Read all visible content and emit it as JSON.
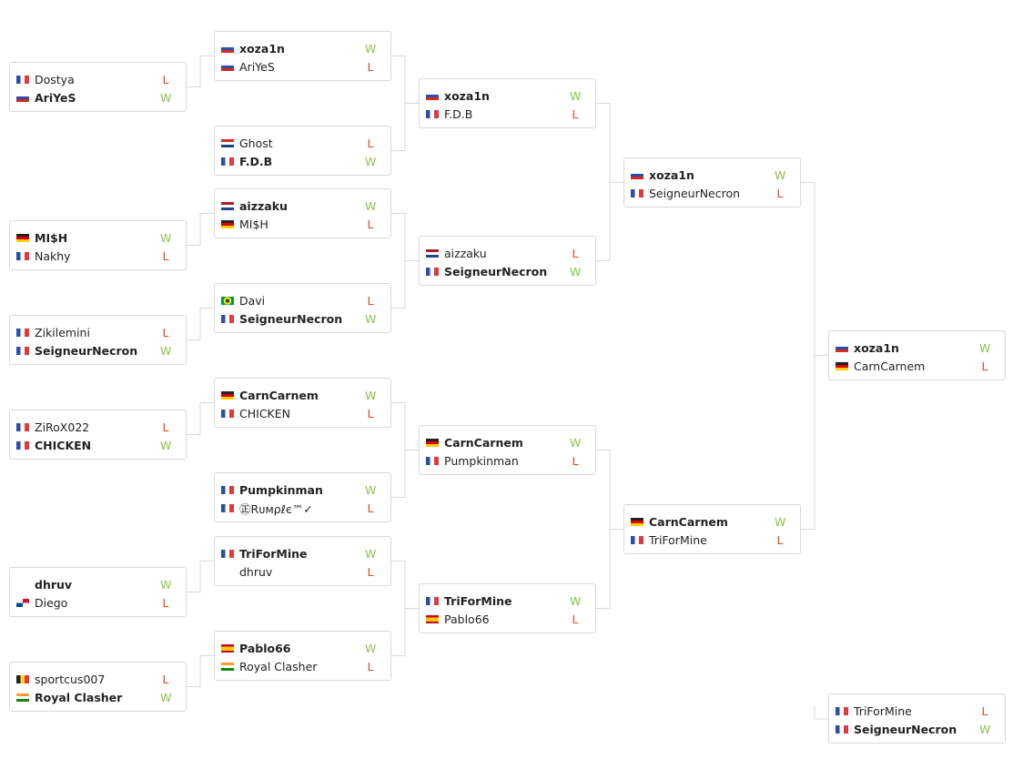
{
  "colors": {
    "win": "#8bc34a",
    "loss": "#e8461e",
    "border": "#d9d9d9",
    "line": "#d9d9d9"
  },
  "rounds": [
    {
      "matches": [
        {
          "players": [
            {
              "name": "Dostya",
              "flag": "fr",
              "result": "L"
            },
            {
              "name": "AriYeS",
              "flag": "ru",
              "result": "W"
            }
          ]
        },
        {
          "players": [
            {
              "name": "MI$H",
              "flag": "de",
              "result": "W"
            },
            {
              "name": "Nakhy",
              "flag": "fr",
              "result": "L"
            }
          ]
        },
        {
          "players": [
            {
              "name": "Zikilemini",
              "flag": "fr",
              "result": "L"
            },
            {
              "name": "SeigneurNecron",
              "flag": "fr",
              "result": "W"
            }
          ]
        },
        {
          "players": [
            {
              "name": "ZiRoX022",
              "flag": "fr",
              "result": "L"
            },
            {
              "name": "CHICKEN",
              "flag": "fr",
              "result": "W"
            }
          ]
        },
        {
          "players": [
            {
              "name": "dhruv",
              "flag": "none",
              "result": "W"
            },
            {
              "name": "Diego",
              "flag": "pa",
              "result": "L"
            }
          ]
        },
        {
          "players": [
            {
              "name": "sportcus007",
              "flag": "be",
              "result": "L"
            },
            {
              "name": "Royal Clasher",
              "flag": "in",
              "result": "W"
            }
          ]
        }
      ]
    },
    {
      "matches": [
        {
          "players": [
            {
              "name": "xoza1n",
              "flag": "ru",
              "result": "W"
            },
            {
              "name": "AriYeS",
              "flag": "ru",
              "result": "L"
            }
          ]
        },
        {
          "players": [
            {
              "name": "Ghost",
              "flag": "hr",
              "result": "L"
            },
            {
              "name": "F.D.B",
              "flag": "fr",
              "result": "W"
            }
          ]
        },
        {
          "players": [
            {
              "name": "aizzaku",
              "flag": "nl",
              "result": "W"
            },
            {
              "name": "MI$H",
              "flag": "de",
              "result": "L"
            }
          ]
        },
        {
          "players": [
            {
              "name": "Davi",
              "flag": "br",
              "result": "L"
            },
            {
              "name": "SeigneurNecron",
              "flag": "fr",
              "result": "W"
            }
          ]
        },
        {
          "players": [
            {
              "name": "CarnCarnem",
              "flag": "de",
              "result": "W"
            },
            {
              "name": "CHICKEN",
              "flag": "fr",
              "result": "L"
            }
          ]
        },
        {
          "players": [
            {
              "name": "Pumpkinman",
              "flag": "fr",
              "result": "W"
            },
            {
              "name": "㊣Rᴜмρℓє™✓",
              "flag": "fr",
              "result": "L"
            }
          ]
        },
        {
          "players": [
            {
              "name": "TriForMine",
              "flag": "fr",
              "result": "W"
            },
            {
              "name": "dhruv",
              "flag": "none",
              "result": "L"
            }
          ]
        },
        {
          "players": [
            {
              "name": "Pablo66",
              "flag": "es",
              "result": "W"
            },
            {
              "name": "Royal Clasher",
              "flag": "in",
              "result": "L"
            }
          ]
        }
      ]
    },
    {
      "matches": [
        {
          "players": [
            {
              "name": "xoza1n",
              "flag": "ru",
              "result": "W"
            },
            {
              "name": "F.D.B",
              "flag": "fr",
              "result": "L"
            }
          ]
        },
        {
          "players": [
            {
              "name": "aizzaku",
              "flag": "nl",
              "result": "L"
            },
            {
              "name": "SeigneurNecron",
              "flag": "fr",
              "result": "W"
            }
          ]
        },
        {
          "players": [
            {
              "name": "CarnCarnem",
              "flag": "de",
              "result": "W"
            },
            {
              "name": "Pumpkinman",
              "flag": "fr",
              "result": "L"
            }
          ]
        },
        {
          "players": [
            {
              "name": "TriForMine",
              "flag": "fr",
              "result": "W"
            },
            {
              "name": "Pablo66",
              "flag": "es",
              "result": "L"
            }
          ]
        }
      ]
    },
    {
      "matches": [
        {
          "players": [
            {
              "name": "xoza1n",
              "flag": "ru",
              "result": "W"
            },
            {
              "name": "SeigneurNecron",
              "flag": "fr",
              "result": "L"
            }
          ]
        },
        {
          "players": [
            {
              "name": "CarnCarnem",
              "flag": "de",
              "result": "W"
            },
            {
              "name": "TriForMine",
              "flag": "fr",
              "result": "L"
            }
          ]
        }
      ]
    },
    {
      "matches": [
        {
          "players": [
            {
              "name": "xoza1n",
              "flag": "ru",
              "result": "W"
            },
            {
              "name": "CarnCarnem",
              "flag": "de",
              "result": "L"
            }
          ]
        }
      ]
    },
    {
      "matches": [
        {
          "players": [
            {
              "name": "TriForMine",
              "flag": "fr",
              "result": "L"
            },
            {
              "name": "SeigneurNecron",
              "flag": "fr",
              "result": "W"
            }
          ]
        }
      ]
    }
  ]
}
